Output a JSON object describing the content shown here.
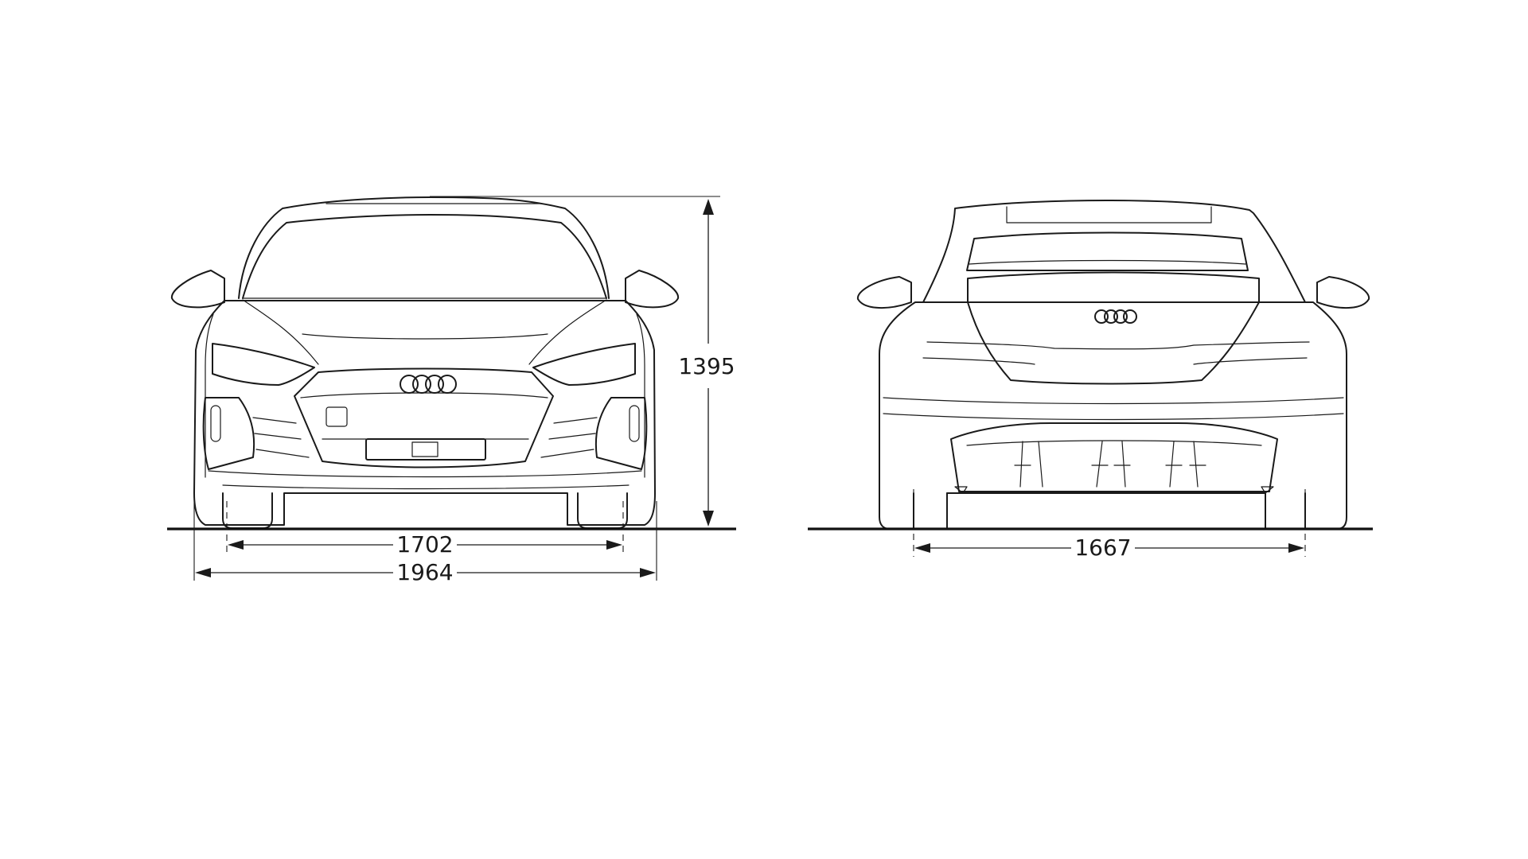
{
  "dimensions": {
    "height": "1395",
    "front_track": "1702",
    "overall_width": "1964",
    "rear_track": "1667"
  },
  "colors": {
    "line": "#1a1a1a",
    "background": "#ffffff"
  },
  "icons": {
    "front_emblem": "four-rings-emblem",
    "rear_emblem": "four-rings-emblem"
  }
}
